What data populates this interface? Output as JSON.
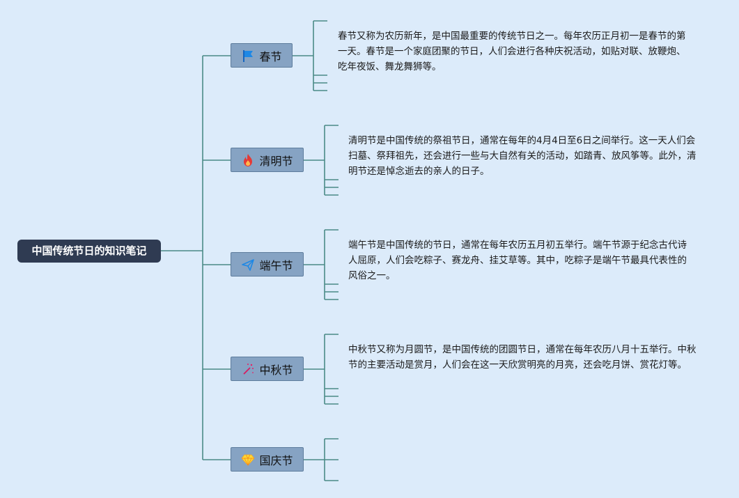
{
  "root": {
    "title": "中国传统节日的知识笔记"
  },
  "branches": [
    {
      "label": "春节",
      "icon": "flag-icon",
      "text": "春节又称为农历新年，是中国最重要的传统节日之一。每年农历正月初一是春节的第一天。春节是一个家庭团聚的节日，人们会进行各种庆祝活动，如贴对联、放鞭炮、吃年夜饭、舞龙舞狮等。"
    },
    {
      "label": "清明节",
      "icon": "fire-icon",
      "text": "清明节是中国传统的祭祖节日，通常在每年的4月4日至6日之间举行。这一天人们会扫墓、祭拜祖先，还会进行一些与大自然有关的活动，如踏青、放风筝等。此外，清明节还是悼念逝去的亲人的日子。"
    },
    {
      "label": "端午节",
      "icon": "paper-plane-icon",
      "text": "端午节是中国传统的节日，通常在每年农历五月初五举行。端午节源于纪念古代诗人屈原，人们会吃粽子、赛龙舟、挂艾草等。其中，吃粽子是端午节最具代表性的风俗之一。"
    },
    {
      "label": "中秋节",
      "icon": "magic-wand-icon",
      "text": "中秋节又称为月圆节，是中国传统的团圆节日，通常在每年农历八月十五举行。中秋节的主要活动是赏月，人们会在这一天欣赏明亮的月亮，还会吃月饼、赏花灯等。"
    },
    {
      "label": "国庆节",
      "icon": "diamond-icon",
      "text": ""
    }
  ],
  "colors": {
    "background": "#dcebfa",
    "root_fill": "#2f3b52",
    "branch_fill": "#86a3c3",
    "connector": "#4a8a86"
  }
}
